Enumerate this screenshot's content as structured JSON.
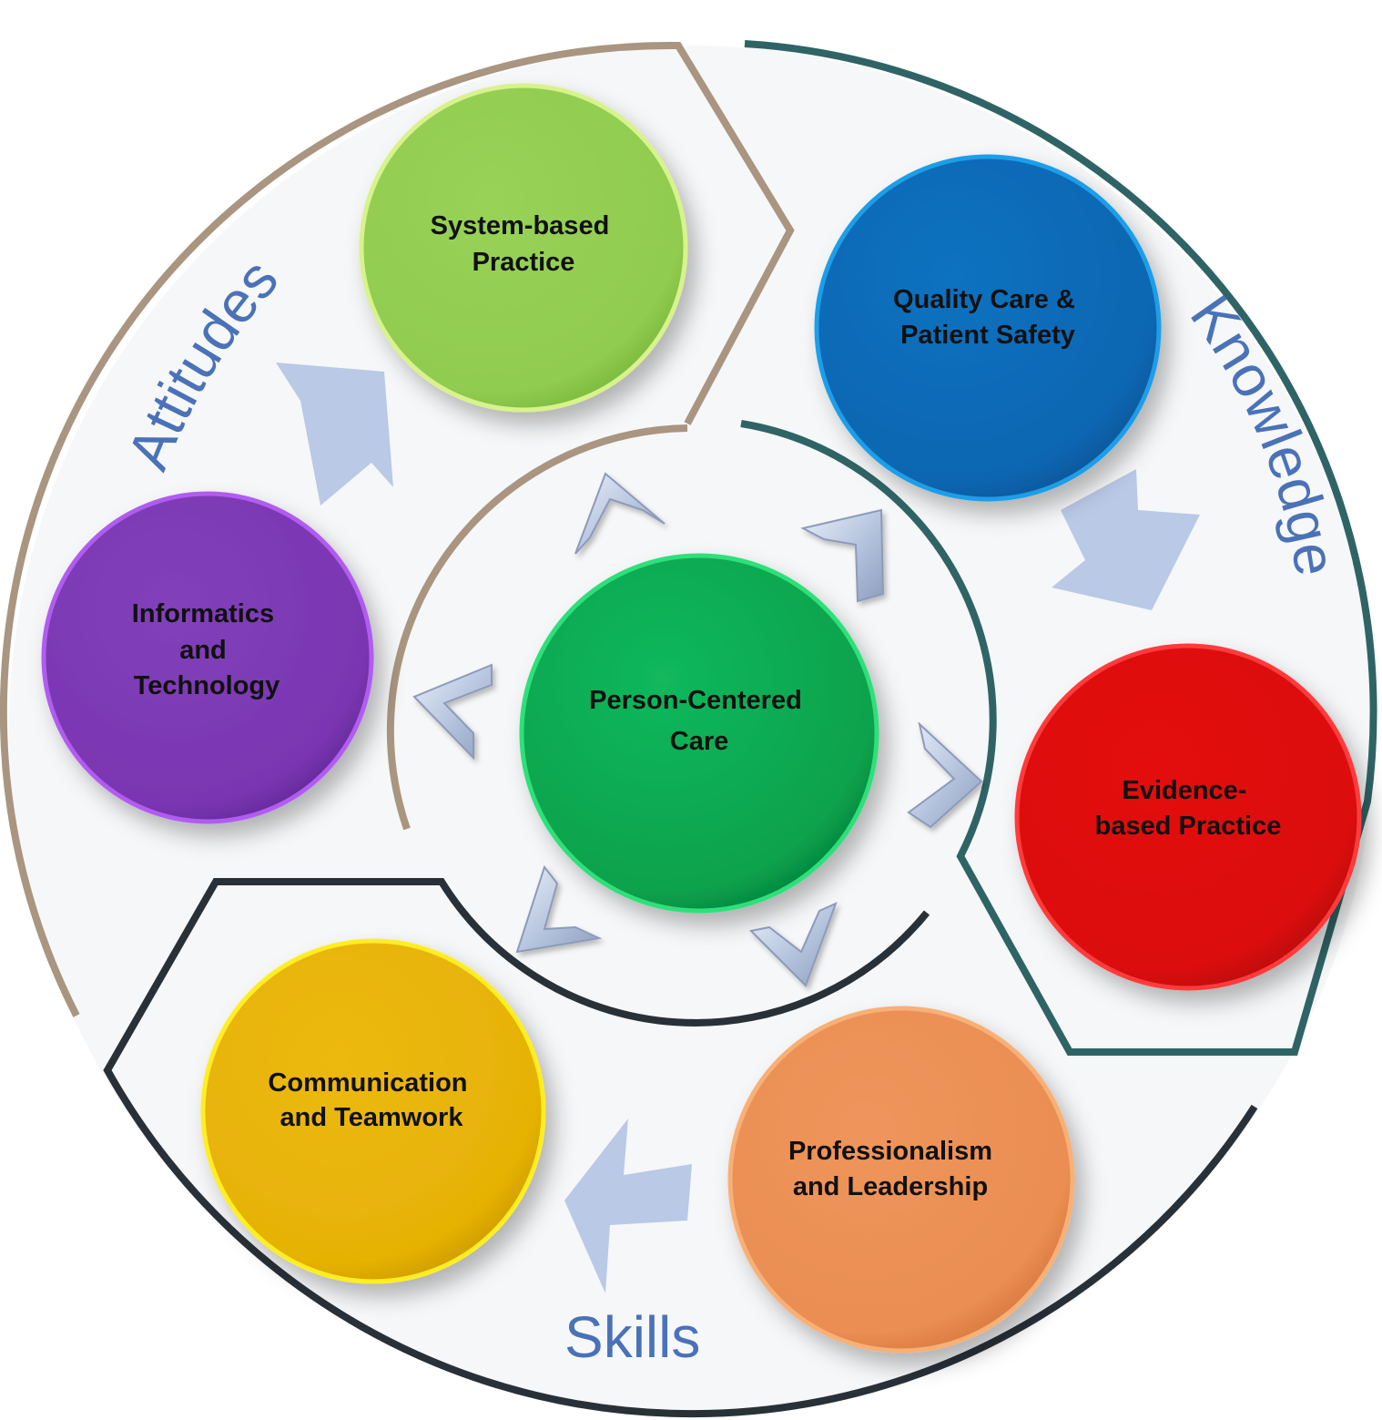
{
  "diagram": {
    "center": {
      "lines": [
        "Person-Centered",
        "Care"
      ],
      "color": "#0aa64f"
    },
    "competencies": [
      {
        "id": "system",
        "lines": [
          "System-based",
          "Practice"
        ],
        "color": "#92cd50"
      },
      {
        "id": "quality",
        "lines": [
          "Quality Care &",
          "Patient Safety"
        ],
        "color": "#0b6ab8"
      },
      {
        "id": "evidence",
        "lines": [
          "Evidence-",
          "based Practice"
        ],
        "color": "#e00c0c"
      },
      {
        "id": "professionalism",
        "lines": [
          "Professionalism",
          "and Leadership"
        ],
        "color": "#ec9055"
      },
      {
        "id": "communication",
        "lines": [
          "Communication",
          "and Teamwork"
        ],
        "color": "#e9b408"
      },
      {
        "id": "informatics",
        "lines": [
          "Informatics",
          "and",
          "Technology"
        ],
        "color": "#7b37b3"
      }
    ],
    "categories": [
      {
        "id": "attitudes",
        "label": "Attitudes",
        "color": "#a99580"
      },
      {
        "id": "knowledge",
        "label": "Knowledge",
        "color": "#2f6466"
      },
      {
        "id": "skills",
        "label": "Skills",
        "color": "#283038"
      }
    ]
  }
}
